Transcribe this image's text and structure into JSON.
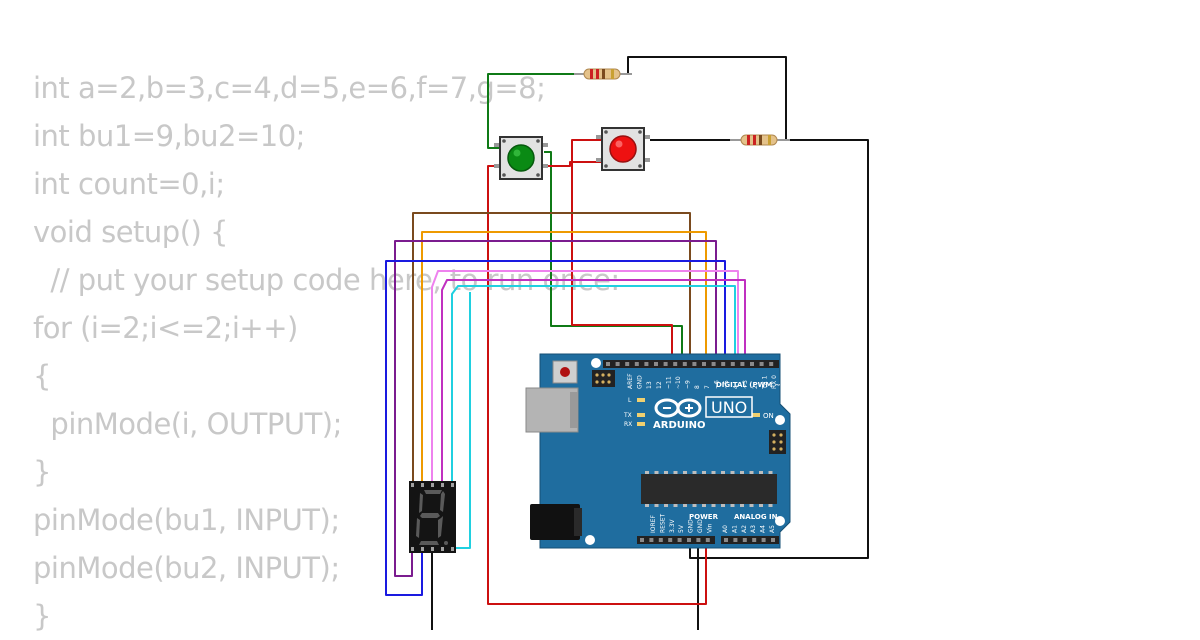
{
  "code_lines": [
    "int a=2,b=3,c=4,d=5,e=6,f=7,g=8;",
    "int bu1=9,bu2=10;",
    "int count=0,i;",
    "void setup() {",
    "  // put your setup code here, to run once:",
    "for (i=2;i<=2;i++)",
    "{",
    "  pinMode(i, OUTPUT);",
    "}",
    "pinMode(bu1, INPUT);",
    "pinMode(bu2, INPUT);",
    "}"
  ],
  "board": {
    "brand": "ARDUINO",
    "model": "UNO",
    "digital_header": "DIGITAL (PWM ~)",
    "power_header": "POWER",
    "analog_header": "ANALOG IN",
    "on_label": "ON",
    "l_label": "L",
    "tx_label": "TX",
    "rx_label": "RX",
    "top_pin_labels": [
      "AREF",
      "GND",
      "13",
      "12",
      "~11",
      "~10",
      "~9",
      "8",
      "7",
      "~6",
      "~5",
      "4",
      "~3",
      "2",
      "TX 1",
      "RX 0"
    ],
    "power_pin_labels": [
      "IOREF",
      "RESET",
      "3.3V",
      "5V",
      "GND",
      "GND",
      "Vin"
    ],
    "analog_pin_labels": [
      "A0",
      "A1",
      "A2",
      "A3",
      "A4",
      "A5"
    ]
  },
  "colors": {
    "board": "#1f6d9f",
    "wire_green": "#0f7a16",
    "wire_red": "#cc1010",
    "wire_black": "#111111",
    "wire_brown": "#7a4a1e",
    "wire_orange": "#ee9a00",
    "wire_purple": "#7b1c8f",
    "wire_blue": "#1a1ae0",
    "wire_pink": "#ee82ee",
    "wire_magenta": "#c030c0",
    "wire_cyan": "#20d0e0",
    "button_green": "#0a8a14",
    "button_red": "#ee1111"
  }
}
